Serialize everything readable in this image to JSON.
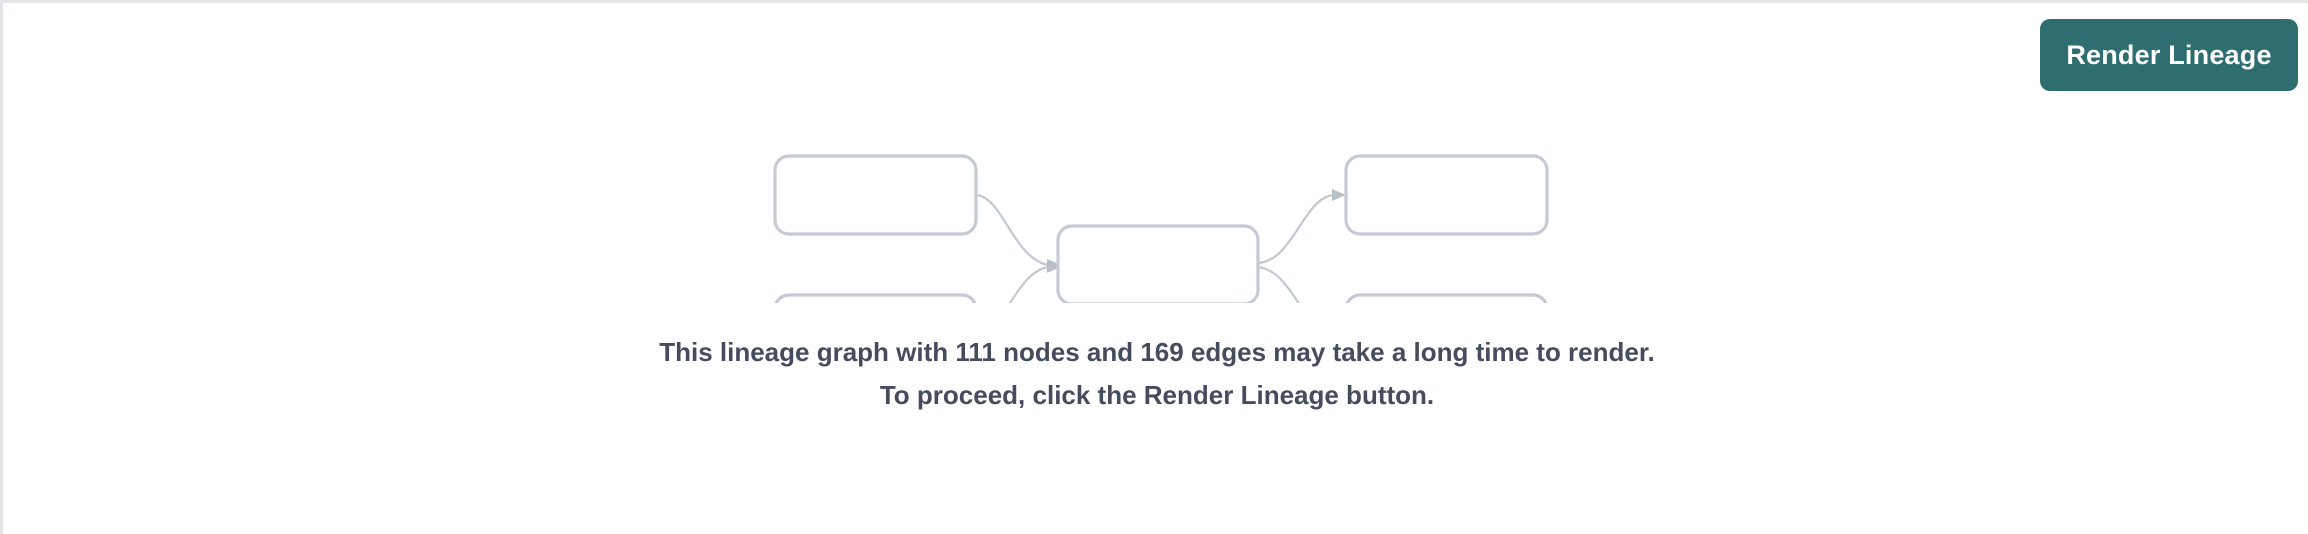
{
  "page": {
    "background_color": "#ffffff",
    "border_color": "#e3e5e9"
  },
  "toolbar": {
    "render_button_label": "Render Lineage",
    "render_button_color": "#2e6d70",
    "render_button_text_color": "#ffffff"
  },
  "graph_placeholder": {
    "node_border_color": "#c5cad3",
    "edge_color": "#c3c8d1",
    "node_count_shown": 5,
    "edge_count_shown": 4,
    "nodes": [
      {
        "id": "left-top",
        "label": ""
      },
      {
        "id": "left-bottom",
        "label": ""
      },
      {
        "id": "center",
        "label": ""
      },
      {
        "id": "right-top",
        "label": ""
      },
      {
        "id": "right-bottom",
        "label": ""
      }
    ]
  },
  "notice": {
    "text": "This lineage graph with 111 nodes and 169 edges may take a long time to render. To proceed, click the Render Lineage button.",
    "node_count": "111",
    "edge_count": "169",
    "text_color": "#454c5e"
  }
}
